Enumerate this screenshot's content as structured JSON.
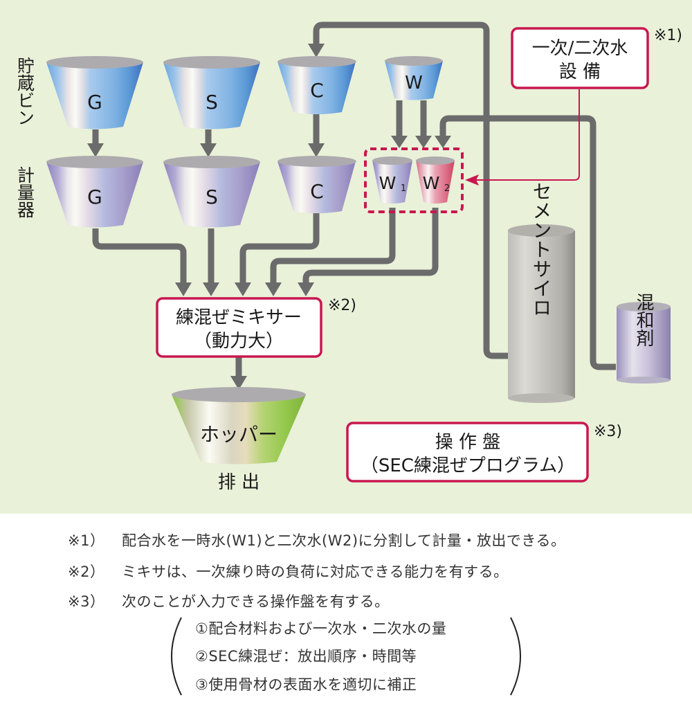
{
  "labels": {
    "storage_bin": "貯蔵ビン",
    "weigher": "計量器"
  },
  "storage_bins": [
    {
      "id": "G",
      "label": "G"
    },
    {
      "id": "S",
      "label": "S"
    },
    {
      "id": "C",
      "label": "C"
    },
    {
      "id": "W",
      "label": "W"
    }
  ],
  "weighers": [
    {
      "id": "G",
      "label": "G"
    },
    {
      "id": "S",
      "label": "S"
    },
    {
      "id": "C",
      "label": "C"
    },
    {
      "id": "W1",
      "label": "W",
      "sub": "1"
    },
    {
      "id": "W2",
      "label": "W",
      "sub": "2"
    }
  ],
  "water_equipment": {
    "line1": "一次/二次水",
    "line2": "設 備",
    "note": "※1)"
  },
  "mixer": {
    "line1": "練混ぜミキサー",
    "line2": "（動力大）",
    "note": "※2)"
  },
  "hopper": {
    "label": "ホッパー",
    "caption": "排 出"
  },
  "cement_silo": {
    "label": "セメントサイロ"
  },
  "admixture": {
    "label": "混和剤"
  },
  "control_panel": {
    "line1": "操 作 盤",
    "line2": "（SEC練混ぜプログラム）",
    "note": "※3)"
  },
  "notes": [
    {
      "mark": "※1）",
      "text": "配合水を一時水(W1)と二次水(W2)に分割して計量・放出できる。"
    },
    {
      "mark": "※2）",
      "text": "ミキサは、一次練り時の負荷に対応できる能力を有する。"
    },
    {
      "mark": "※3）",
      "text": "次のことが入力できる操作盤を有する。"
    }
  ],
  "sub_items": [
    "①配合材料および一次水・二次水の量",
    "②SEC練混ぜ：放出順序・時間等",
    "③使用骨材の表面水を適切に補正"
  ],
  "colors": {
    "background": "#e9f1d9",
    "pipe": "#6b6b6b",
    "accent_red": "#c8174f",
    "bin_blue": "#5b9bd5",
    "weigher_purple": "#9b8fc4",
    "w2_pink": "#d9607a",
    "hopper_green": "#8cc63f"
  }
}
